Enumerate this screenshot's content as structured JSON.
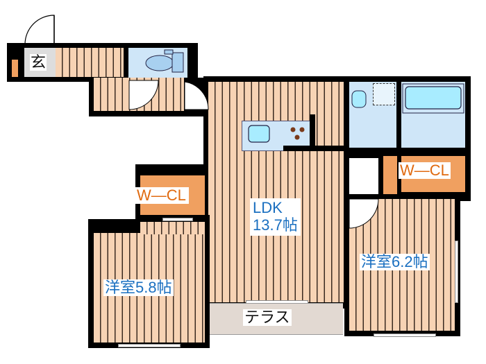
{
  "floorplan": {
    "rooms": {
      "entrance": {
        "label": "玄"
      },
      "ldk": {
        "label": "LDK",
        "size": "13.7帖"
      },
      "western_room_1": {
        "label": "洋室5.8帖"
      },
      "western_room_2": {
        "label": "洋室6.2帖"
      },
      "walk_in_closet_left": {
        "label": "W—CL"
      },
      "walk_in_closet_right": {
        "label": "W—CL"
      },
      "terrace": {
        "label": "テラス"
      }
    },
    "fixtures": [
      "toilet-icon",
      "kitchen-sink-icon",
      "stove-icon",
      "washbasin-icon",
      "washing-machine-icon",
      "bathtub-icon"
    ],
    "colors": {
      "floor": "#f7d3b4",
      "stripe": "#3a2a20",
      "closet": "#f0a060",
      "wet_area": "#cfe6f8",
      "terrace": "#e2d9d2",
      "room_label": "#1a6fc0",
      "closet_label": "#e06a10"
    }
  }
}
